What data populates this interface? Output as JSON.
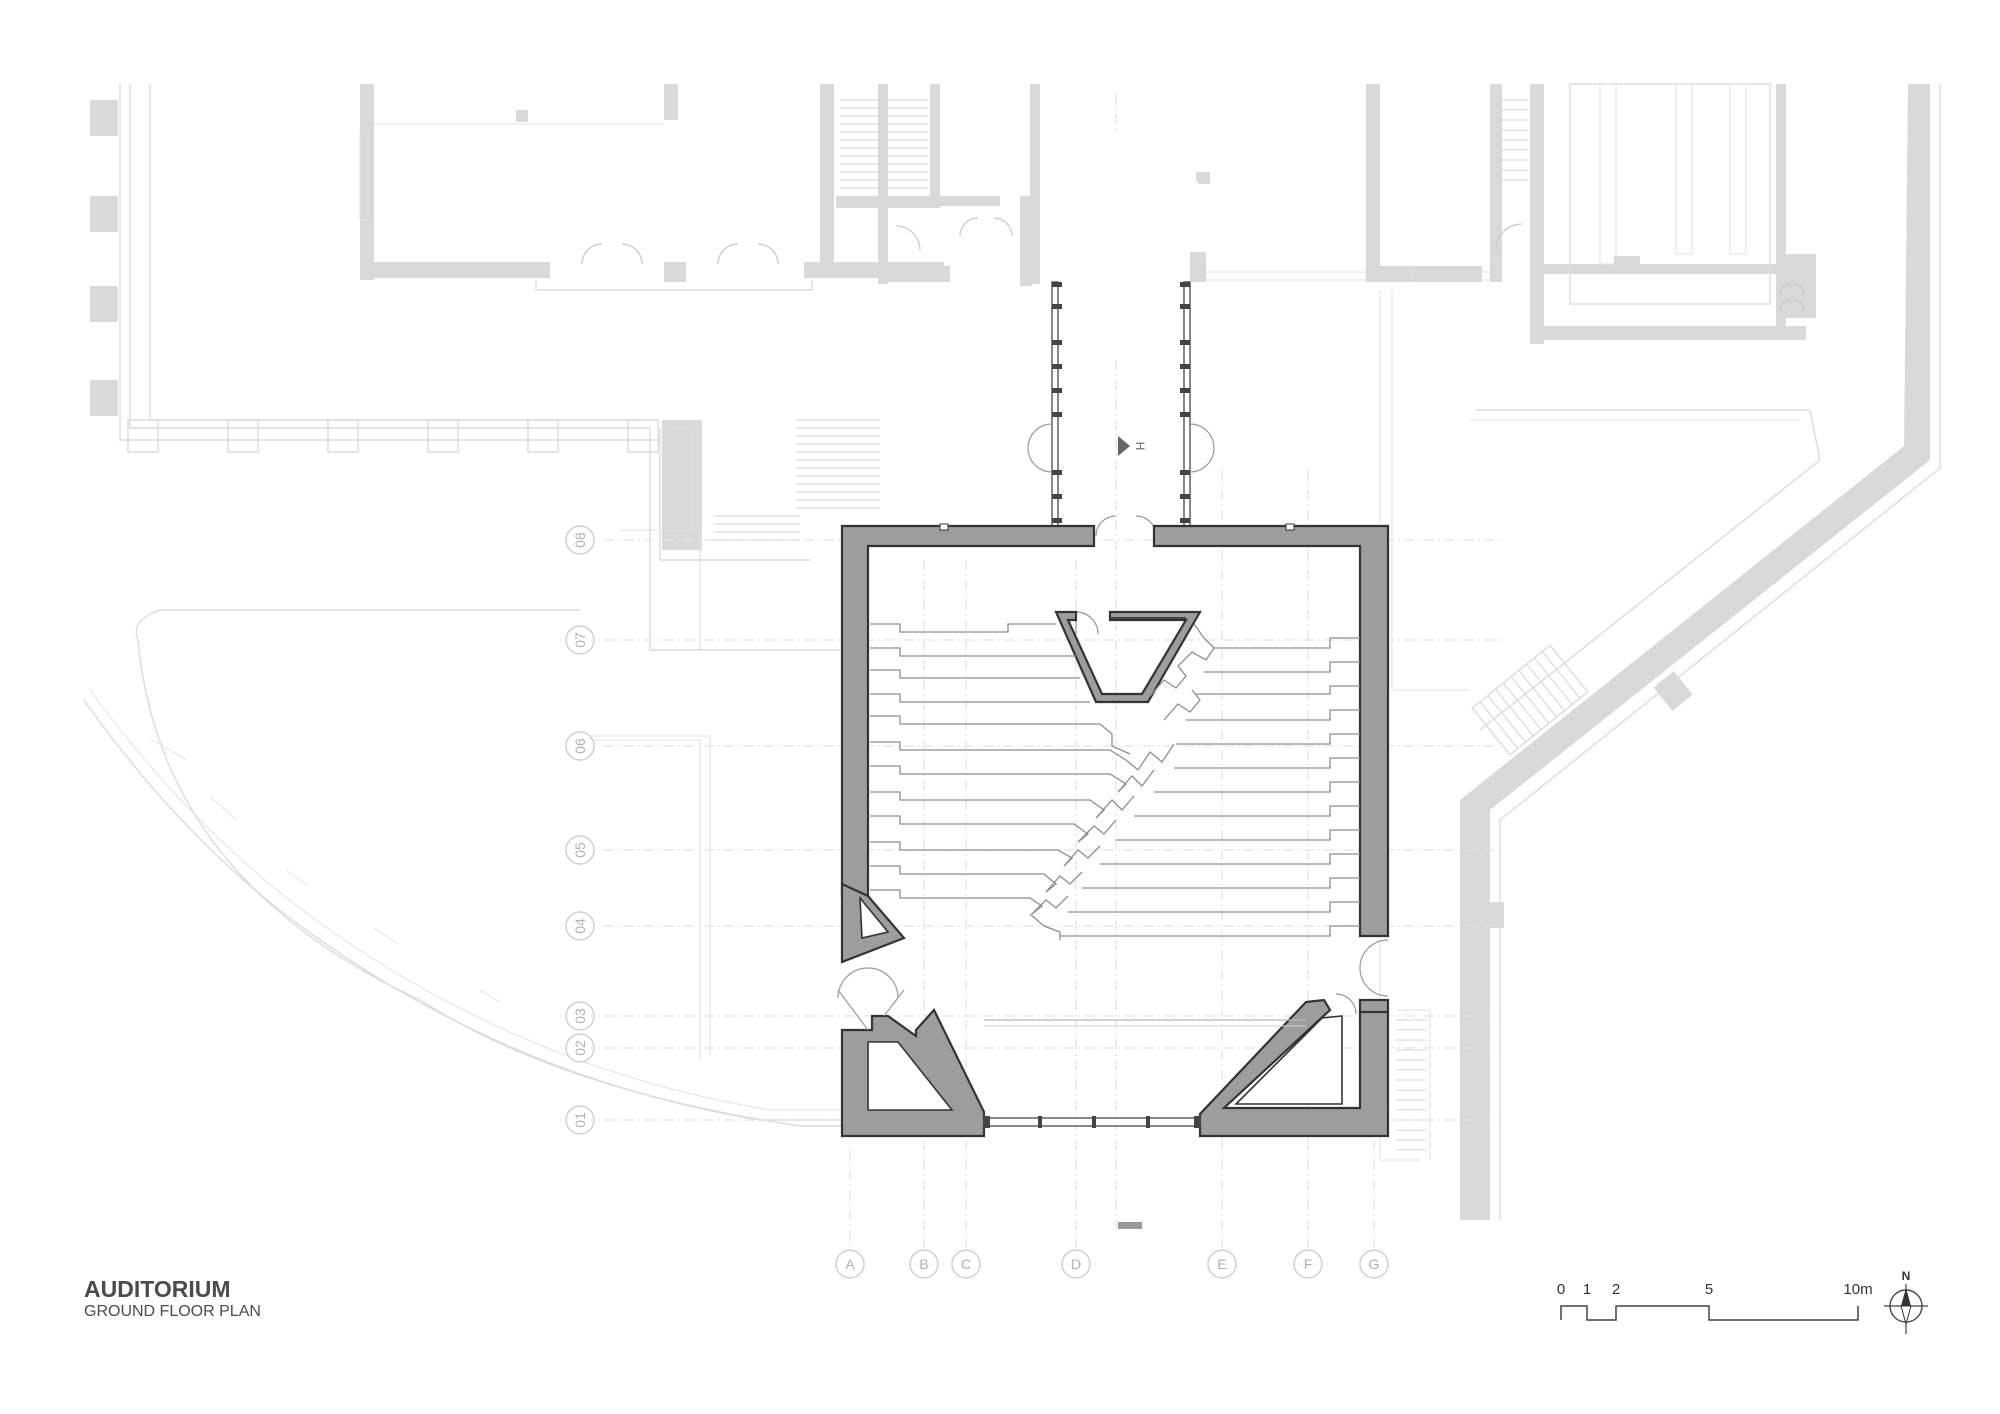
{
  "drawing": {
    "title": "AUDITORIUM",
    "subtitle": "GROUND FLOOR PLAN"
  },
  "grid": {
    "columns": [
      "A",
      "B",
      "C",
      "D",
      "E",
      "F",
      "G"
    ],
    "rows": [
      "01",
      "02",
      "03",
      "04",
      "05",
      "06",
      "07",
      "08"
    ]
  },
  "section_marker": "H",
  "scale_bar": {
    "labels": [
      "0",
      "1",
      "2",
      "5",
      "10m"
    ],
    "unit": "m"
  },
  "north_arrow": {
    "label": "N"
  },
  "colors": {
    "wall_fill": "#9d9d9d",
    "wall_outline": "#333333",
    "context": "#d9d9d9",
    "text": "#4b4b4b"
  }
}
